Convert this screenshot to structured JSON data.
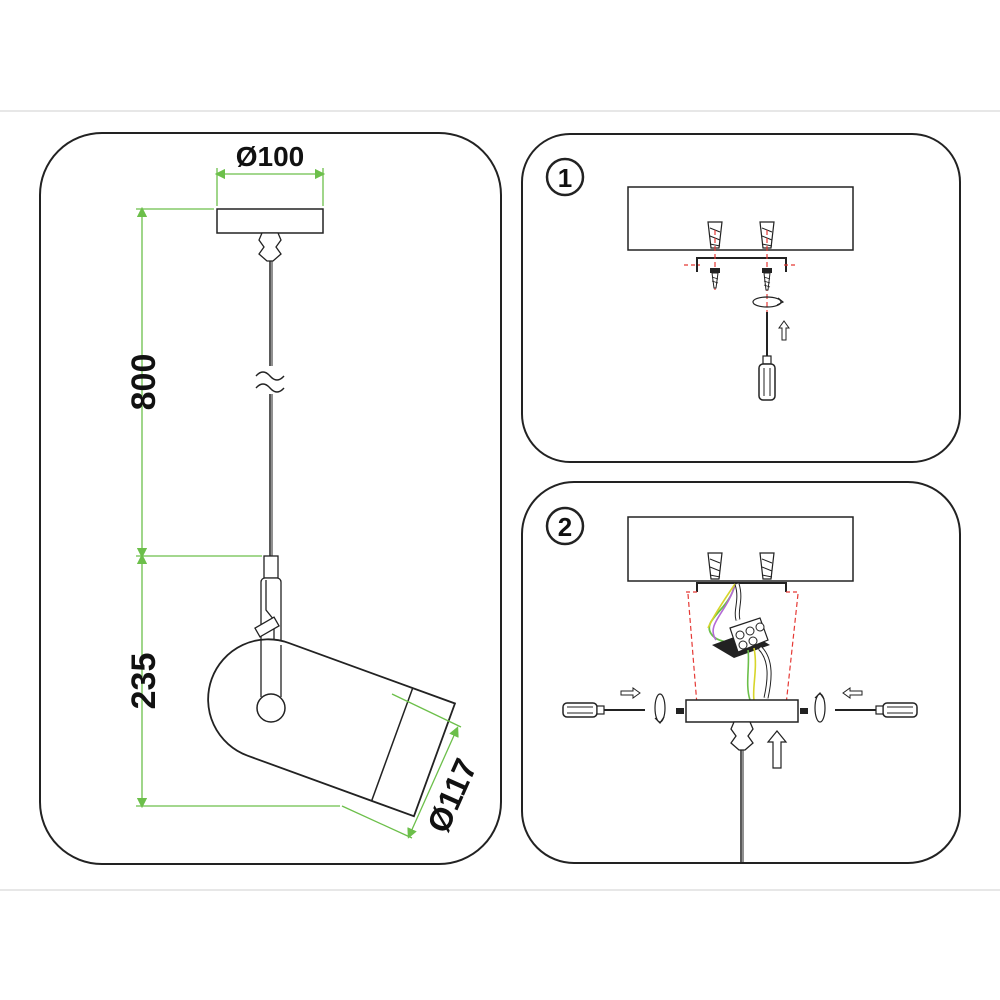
{
  "dimensions": {
    "canopy_diameter": "Ø100",
    "cable_length": "800",
    "body_height": "235",
    "head_diameter": "Ø117"
  },
  "steps": {
    "step1": "1",
    "step2": "2"
  },
  "colors": {
    "dimension": "#6cbf4a",
    "outline": "#222222",
    "guide": "#e53935",
    "wire_yellow": "#d7d52a",
    "wire_green": "#6cbf4a",
    "wire_purple": "#b46ad6"
  },
  "icons": [
    "screwdriver-icon",
    "screw-icon",
    "anchor-icon",
    "rotate-icon",
    "arrow-up-icon",
    "arrow-left-icon",
    "arrow-right-icon",
    "terminal-block-icon"
  ]
}
